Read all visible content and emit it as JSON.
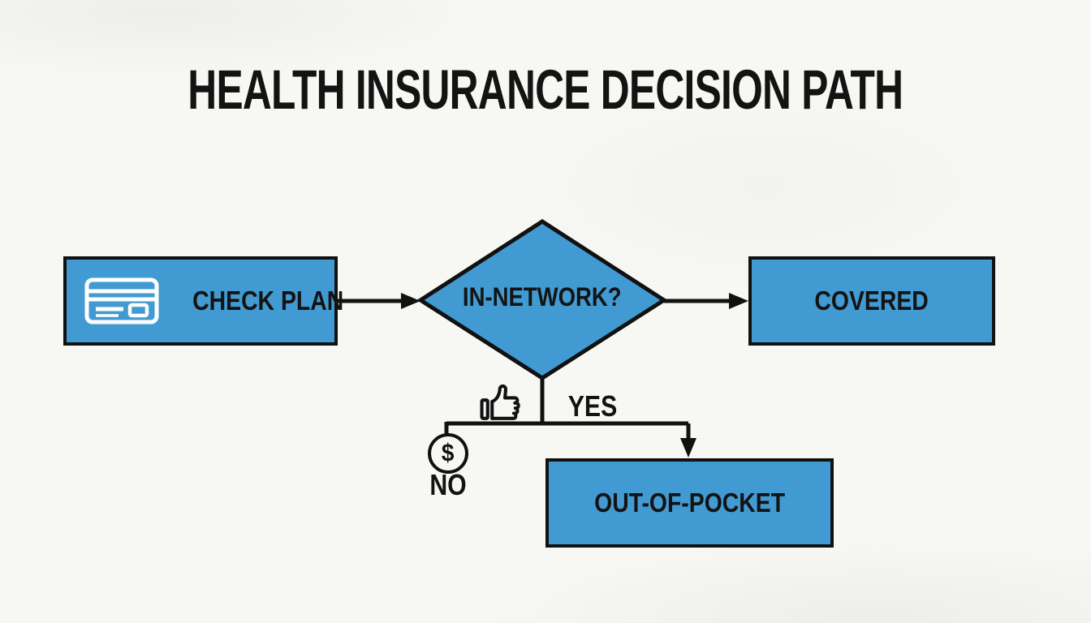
{
  "title": "HEALTH INSURANCE DECISION PATH",
  "colors": {
    "node_fill": "#419bd2",
    "node_border": "#111111",
    "connector": "#111111",
    "background": "#f7f7f4",
    "card_icon_stroke": "#ffffff",
    "text": "#131313"
  },
  "nodes": {
    "check_plan": {
      "label": "CHECK PLAN",
      "type": "process",
      "icon": "credit-card-icon"
    },
    "in_network": {
      "label": "IN-NETWORK?",
      "type": "decision"
    },
    "covered": {
      "label": "COVERED",
      "type": "process"
    },
    "out_of_pocket": {
      "label": "OUT-OF-POCKET",
      "type": "process"
    }
  },
  "branch_labels": {
    "yes": "YES",
    "no": "NO",
    "dollar_symbol": "$",
    "yes_icon": "thumbs-up-icon",
    "no_icon": "dollar-circle-icon"
  }
}
